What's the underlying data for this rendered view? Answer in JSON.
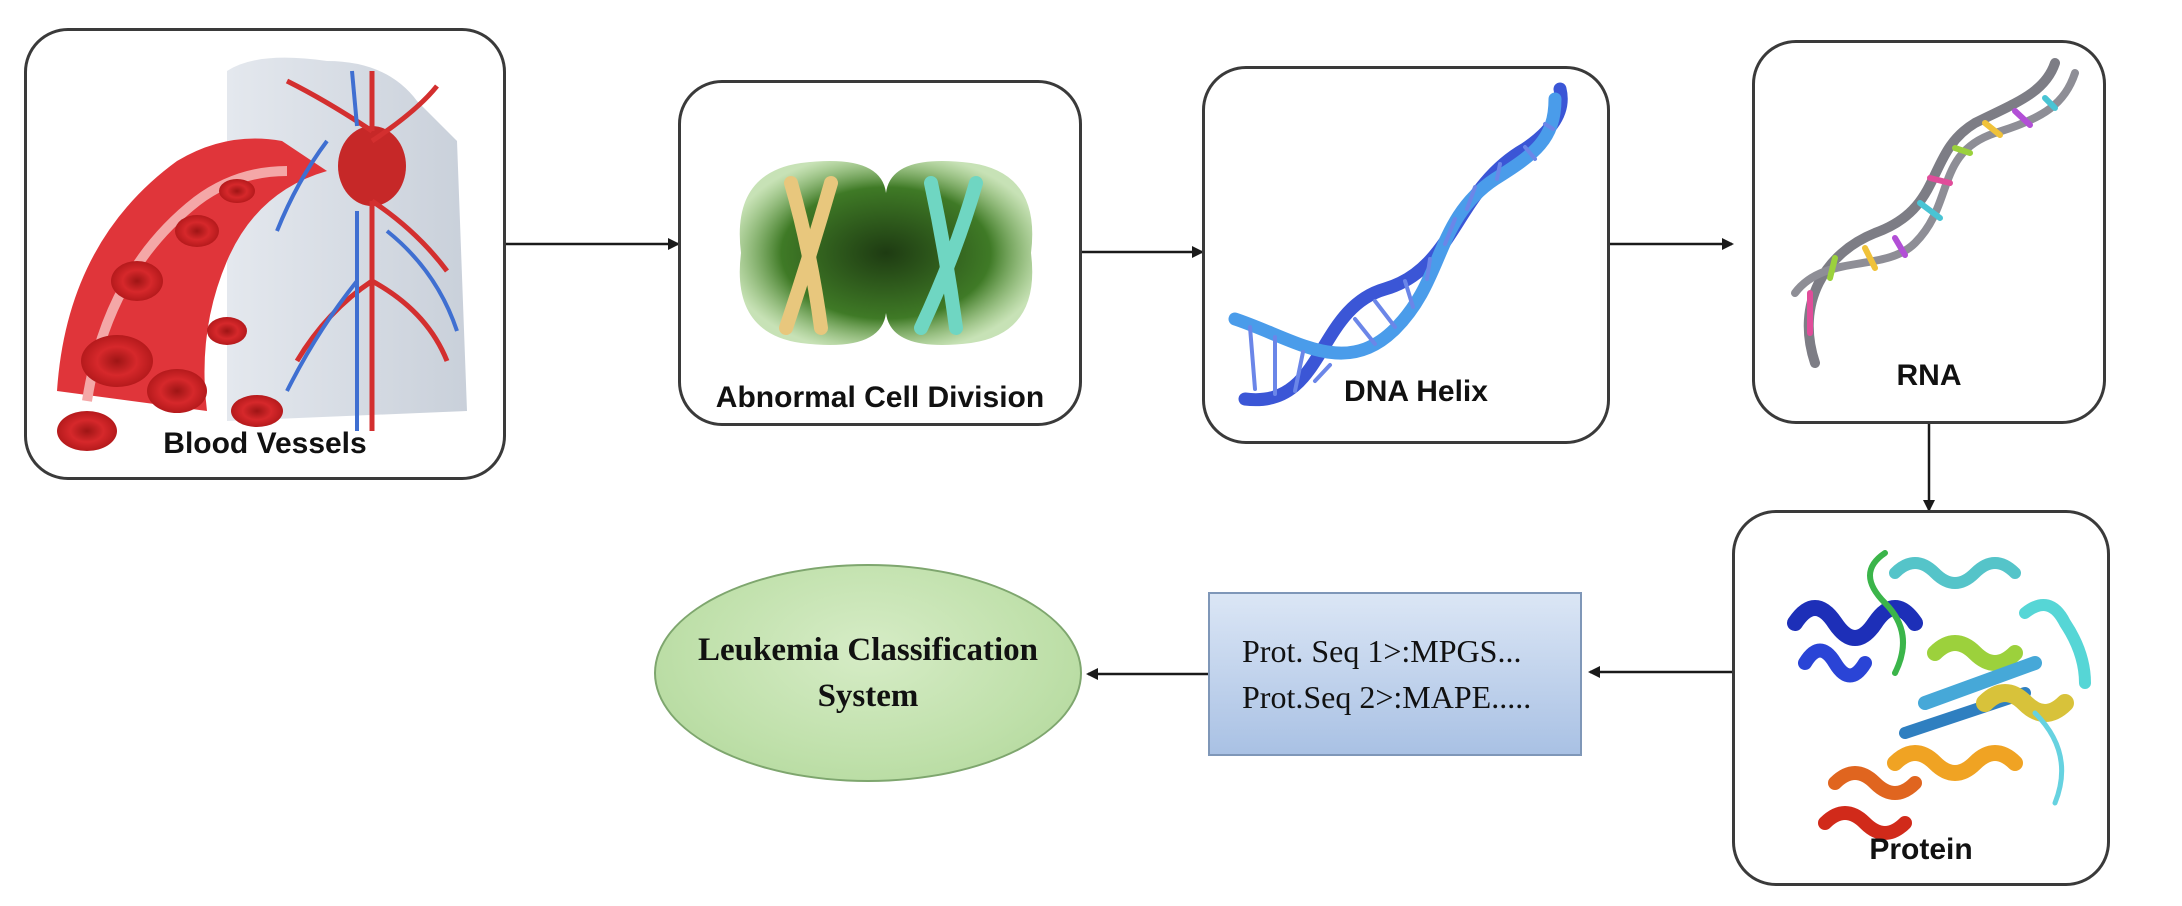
{
  "nodes": {
    "blood_vessels": "Blood Vessels",
    "abnormal_cell_division": "Abnormal Cell Division",
    "dna_helix": "DNA Helix",
    "rna": "RNA",
    "protein": "Protein",
    "sequence_line1": "Prot. Seq 1>:MPGS...",
    "sequence_line2": "Prot.Seq 2>:MAPE.....",
    "classifier_line1": "Leukemia Classification",
    "classifier_line2": "System"
  },
  "colors": {
    "box_border": "#3a3a3a",
    "arrow": "#1a1a1a",
    "sequence_fill": "#a9c1e4",
    "classifier_fill": "#bfe0aa"
  },
  "icons": [
    "blood-vessels-illustration",
    "chromosome-cell-illustration",
    "dna-helix-illustration",
    "rna-strand-illustration",
    "protein-structure-illustration"
  ]
}
